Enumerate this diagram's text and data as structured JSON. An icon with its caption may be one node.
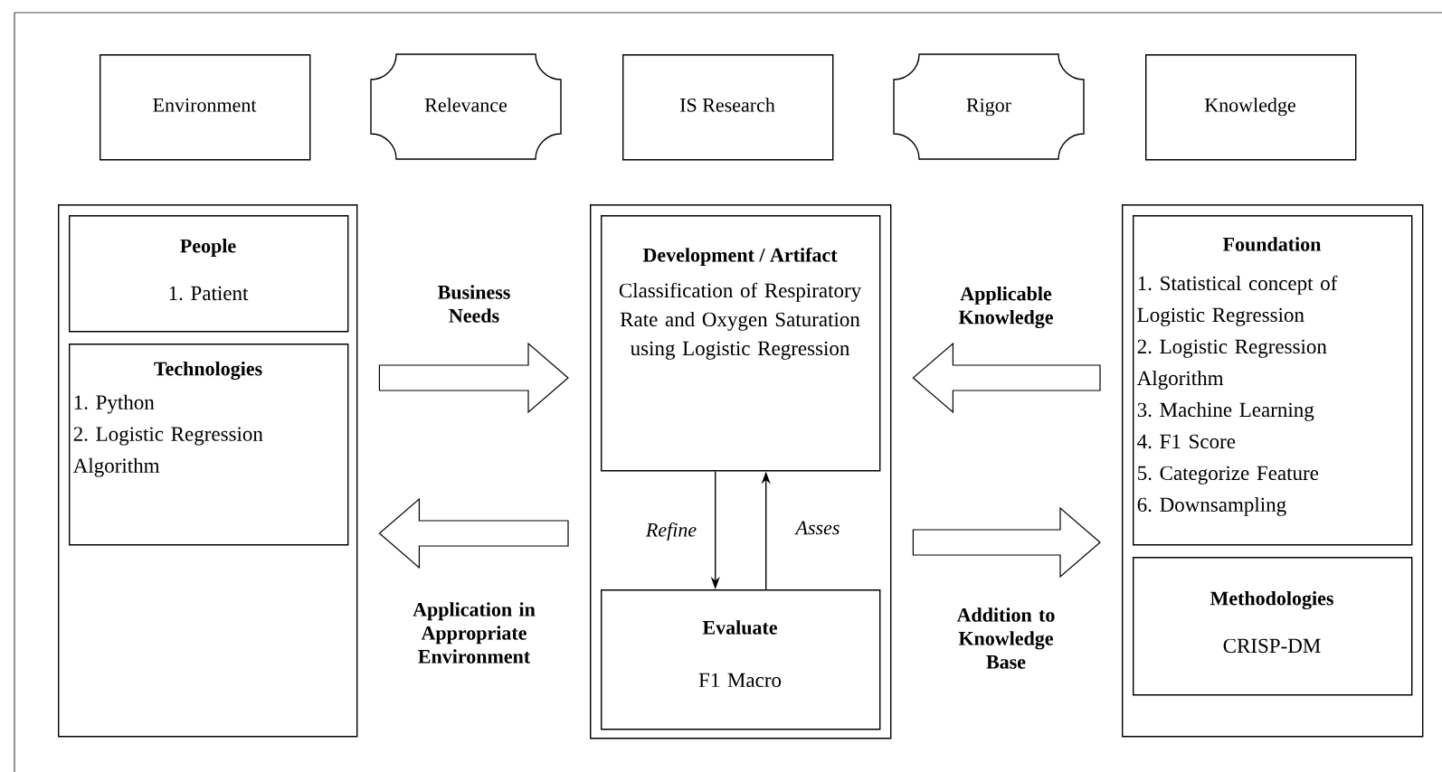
{
  "diagram": {
    "nodes": [
      {
        "text": [
          "Environment"
        ]
      },
      {
        "text": [
          "Relevance"
        ]
      },
      {
        "text": [
          "IS Research"
        ]
      },
      {
        "text": [
          "Rigor"
        ]
      },
      {
        "text": [
          "Knowledge"
        ]
      },
      {
        "text": [],
        "shape": "box"
      },
      {
        "text": [
          "People",
          "1. Patient"
        ],
        "in": 5
      },
      {
        "text": [
          "Technologies",
          "1. Python",
          "2. Logistic Regression Algorithm"
        ],
        "in": 5
      },
      {
        "text": [],
        "shape": "box"
      },
      {
        "text": [
          "Development / Artifact",
          "Classification of Respiratory Rate and Oxygen Saturation using Logistic Regression"
        ],
        "in": 8
      },
      {
        "text": [
          "Evaluate",
          "F1 Macro"
        ],
        "in": 8
      },
      {
        "text": [],
        "shape": "box"
      },
      {
        "text": [
          "Foundation",
          "1. Statistical concept of Logistic Regression",
          "2. Logistic Regression Algorithm",
          "3. Machine Learning",
          "4. F1 Score",
          "5. Categorize Feature",
          "6. Downsampling"
        ],
        "in": 11
      },
      {
        "text": [
          "Methodologies",
          "CRISP-DM"
        ],
        "in": 11
      }
    ],
    "edges": [
      {
        "from": 5,
        "to": 8,
        "arrow": "to",
        "style": "thick",
        "label": "Business Needs"
      },
      {
        "from": 8,
        "to": 5,
        "arrow": "to",
        "style": "thick",
        "label": "Application in Appropriate Environment"
      },
      {
        "from": 11,
        "to": 8,
        "arrow": "to",
        "style": "thick",
        "label": "Applicable Knowledge"
      },
      {
        "from": 8,
        "to": 11,
        "arrow": "to",
        "style": "thick",
        "label": "Addition to Knowledge Base"
      },
      {
        "from": 9,
        "to": 10,
        "arrow": "to",
        "label": "Refine"
      },
      {
        "from": 10,
        "to": 9,
        "arrow": "to",
        "label": "Asses"
      }
    ]
  }
}
